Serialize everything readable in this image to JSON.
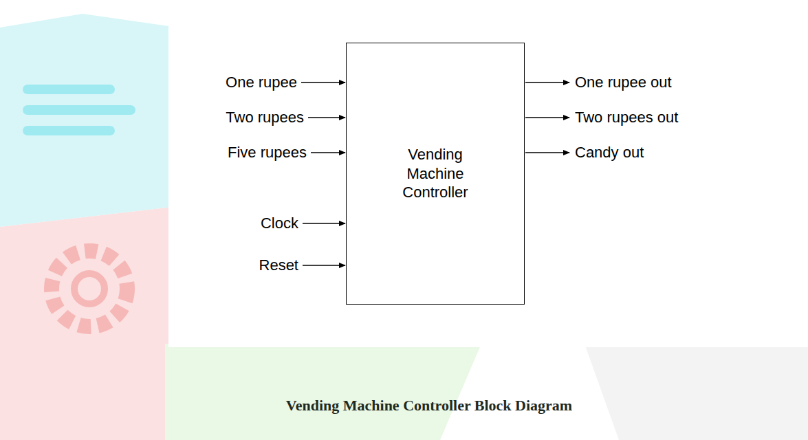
{
  "diagram": {
    "caption": "Vending Machine Controller Block Diagram",
    "nodes": [
      {
        "text": [
          "Vending Machine Controller"
        ]
      }
    ],
    "labels": [
      "One rupee",
      "Two rupees",
      "Five rupees",
      "Clock",
      "Reset",
      "One rupee out",
      "Two rupees out",
      "Candy out"
    ]
  }
}
